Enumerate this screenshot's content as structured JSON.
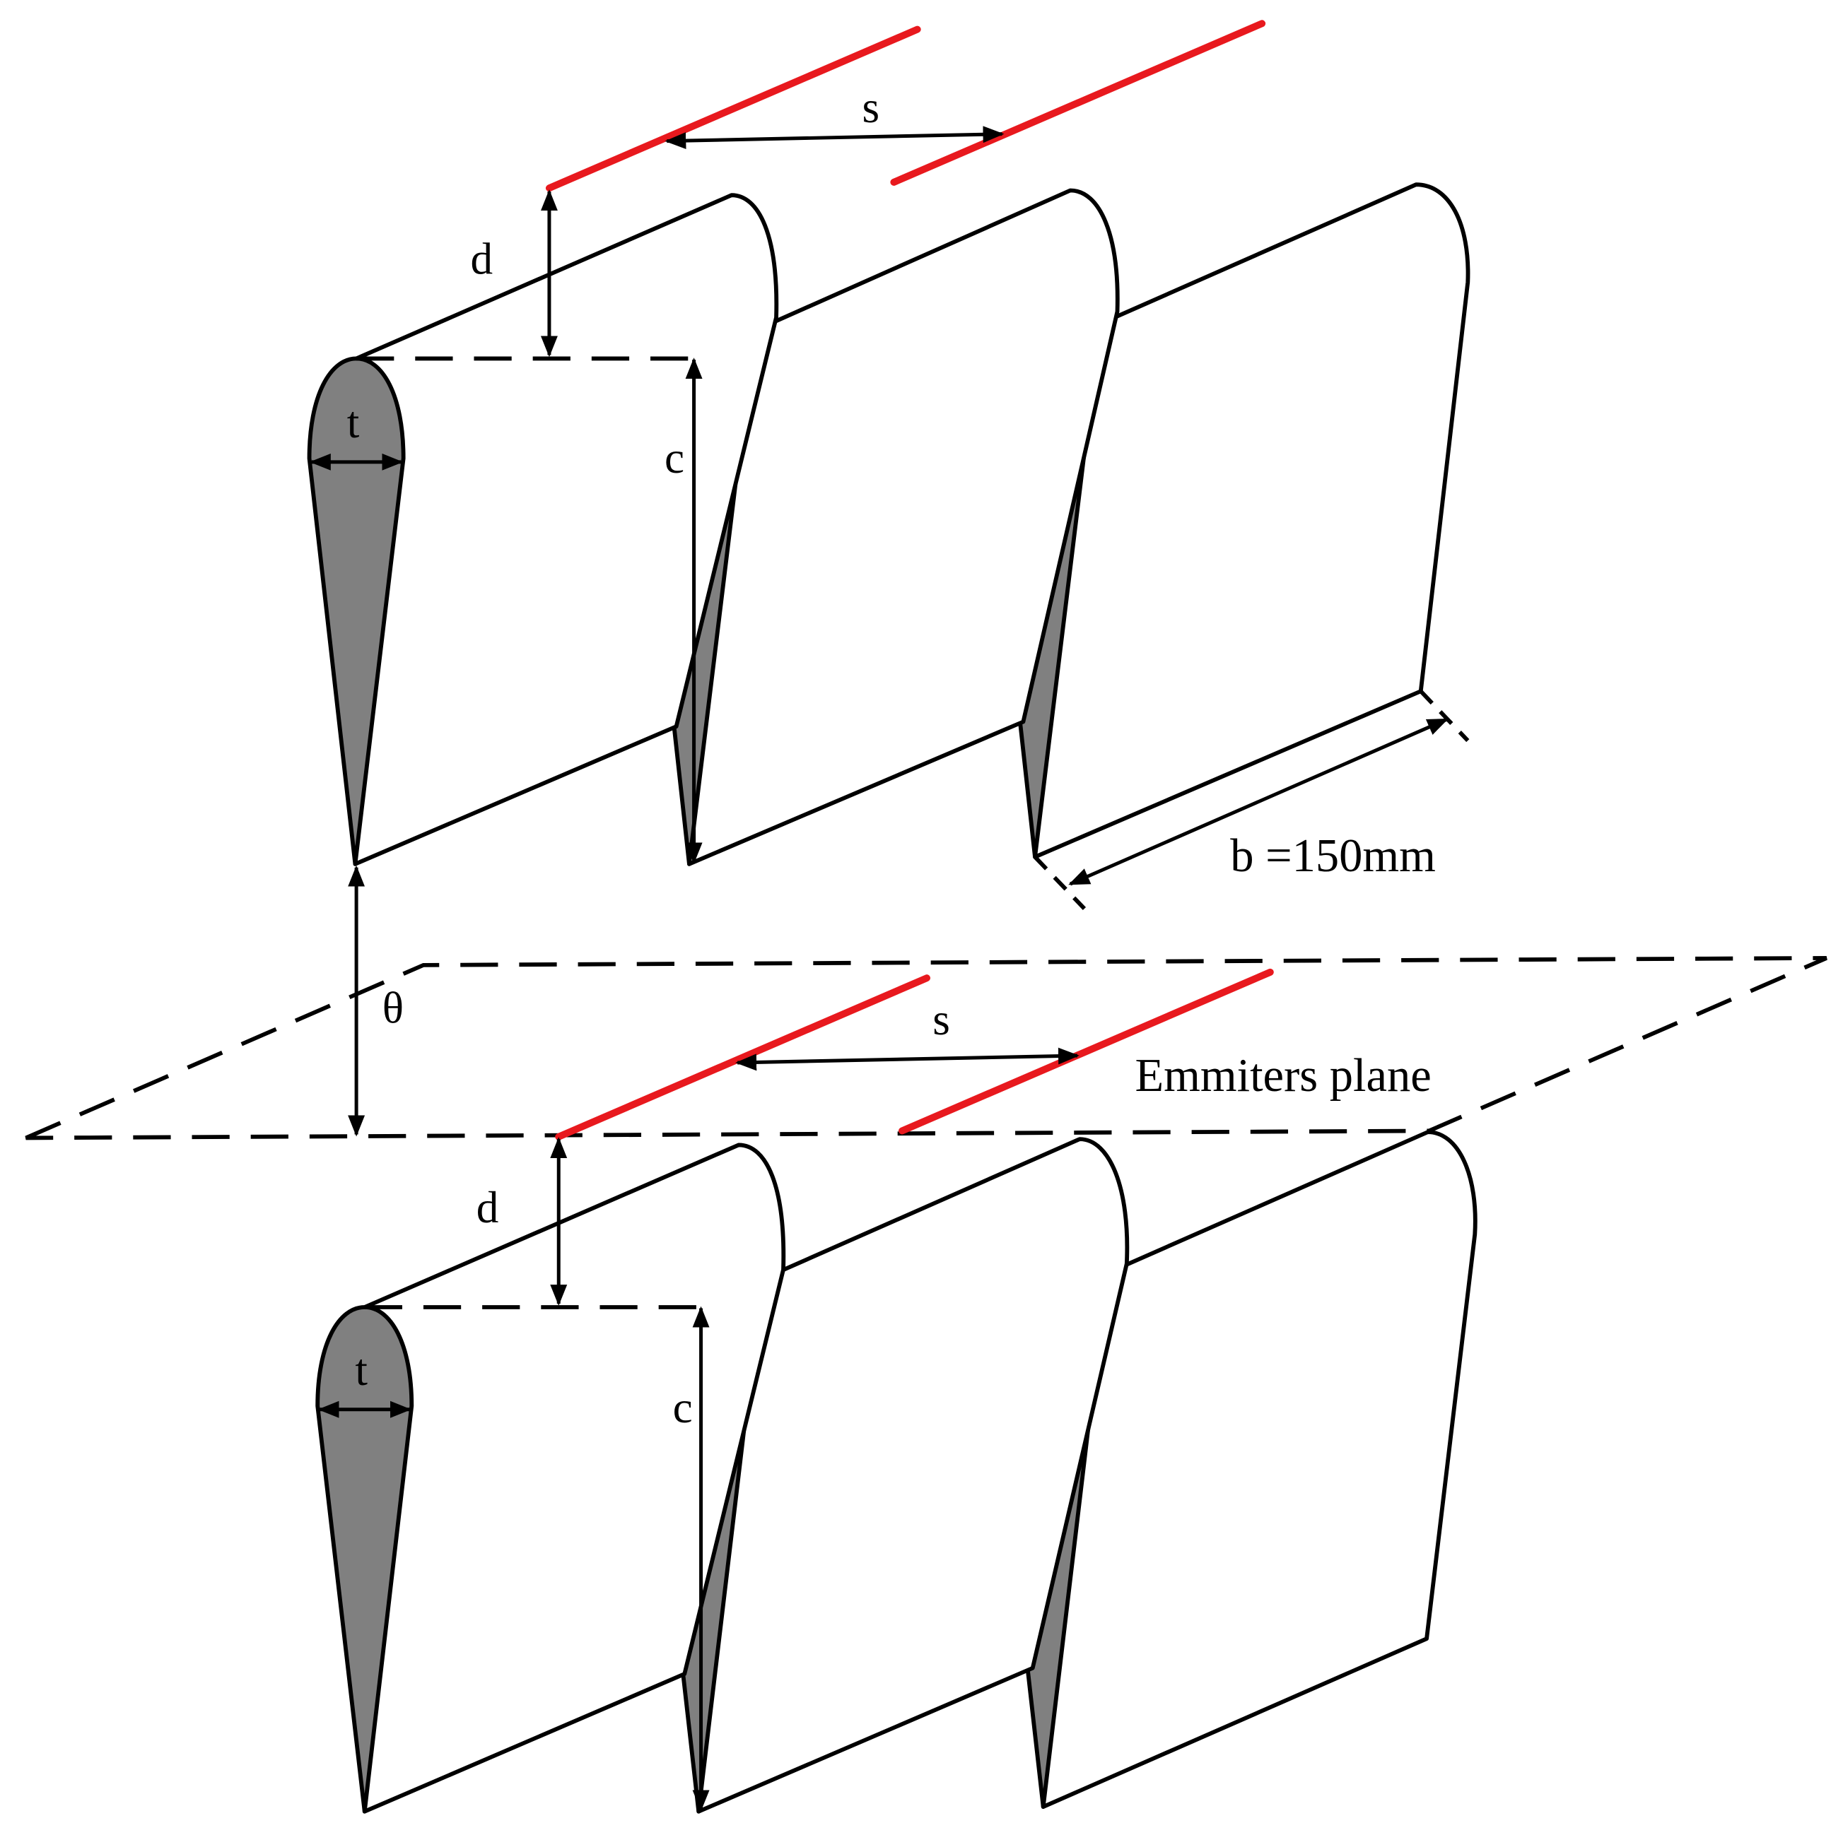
{
  "labels": {
    "spacing": "s",
    "gap": "d",
    "thickness": "t",
    "chord": "c",
    "span": "b =150mm",
    "angle": "θ",
    "plane": "Emmiters plane"
  },
  "colors": {
    "emitter": "#e8191e",
    "profile": "#808080",
    "outline": "#000000",
    "background": "#ffffff"
  }
}
